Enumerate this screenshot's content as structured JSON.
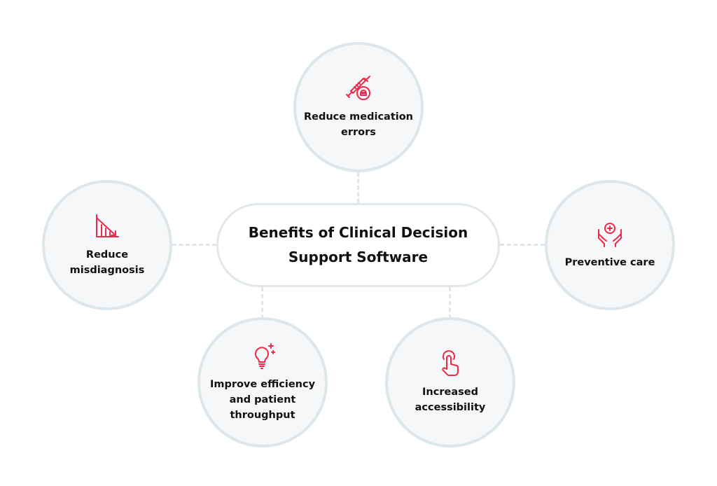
{
  "title": "Benefits of Clinical Decision Support Software",
  "accent_color": "#f0284a",
  "benefits": [
    {
      "label": "Reduce medication errors",
      "icon": "syringe-skull-icon"
    },
    {
      "label": "Reduce misdiagnosis",
      "icon": "declining-chart-icon"
    },
    {
      "label": "Preventive care",
      "icon": "hands-medical-cross-icon"
    },
    {
      "label": "Improve efficiency and patient throughput",
      "icon": "lightbulb-sparkle-icon"
    },
    {
      "label": "Increased accessibility",
      "icon": "touch-hand-icon"
    }
  ]
}
